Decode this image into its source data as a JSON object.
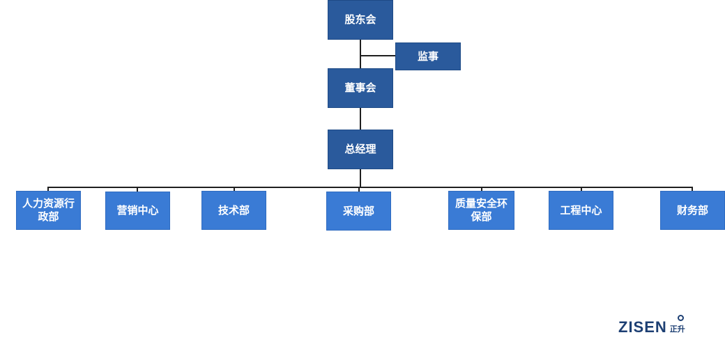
{
  "org_chart": {
    "shareholders": "股东会",
    "supervisor": "监事",
    "board": "董事会",
    "general_manager": "总经理",
    "departments": [
      "人力资源行政部",
      "营销中心",
      "技术部",
      "采购部",
      "质量安全环保部",
      "工程中心",
      "财务部"
    ]
  },
  "logo": {
    "text": "ZISEN",
    "chinese": "正升"
  },
  "colors": {
    "box_dark": "#2a5a9c",
    "box_light": "#3a7bd5",
    "connector": "#1f1f1f"
  }
}
